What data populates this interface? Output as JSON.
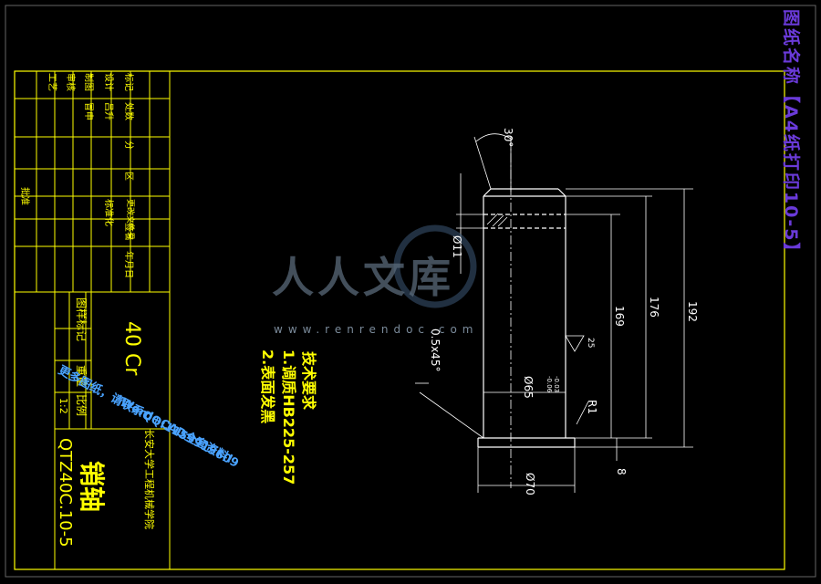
{
  "colors": {
    "frame": "#ffff00",
    "drawing": "#ffffff",
    "header": "#6a3ad9",
    "watermark": "#4aa3ff",
    "logo": "#5a6a7a"
  },
  "side_title": "图纸名称【A4纸打印10-5】",
  "title_block": {
    "row_labels": [
      "标记",
      "设计",
      "制图",
      "审核",
      "工艺"
    ],
    "row2_labels": [
      "处数",
      "分",
      "区"
    ],
    "name_cells": [
      "吕升",
      "冒申"
    ],
    "col_labels": [
      "更改文件号",
      "标准化",
      "签名",
      "年月日"
    ],
    "approve": "批准",
    "stage_scale_labels": [
      "图样标记",
      "重量",
      "比例"
    ],
    "scale_value": "1:2",
    "material": "40 Cr",
    "drawing_no": "QTZ40C.10-5",
    "part_name": "销轴",
    "school": "长安大学工程机械学院"
  },
  "requirements": {
    "title": "技术要求",
    "items": [
      "1.调质HB225-257",
      "2.表面发黑"
    ]
  },
  "dimensions": {
    "angle": "30°",
    "hole_dia": "Ø11",
    "chamfer": "0.5x45°",
    "main_dia": "Ø65",
    "tol_upper": "-0.03",
    "tol_lower": "-0.06",
    "head_dia": "Ø70",
    "len_169": "169",
    "len_176": "176",
    "len_192": "192",
    "head_len": "8",
    "roughness": "25",
    "radius": "R1"
  },
  "watermark": {
    "logo_text": "人人文库",
    "url": "www.renrendoc.com",
    "lines": [
      "更多图纸，请联系QQ:1159919609",
      "Word+CAD全套资料!"
    ]
  }
}
